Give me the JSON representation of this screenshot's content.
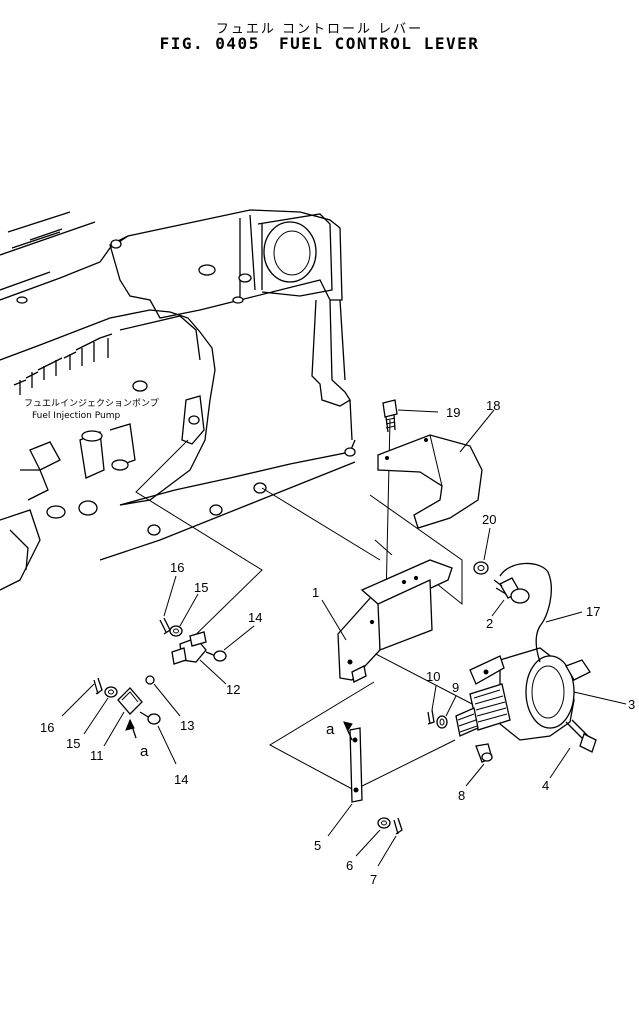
{
  "figure": {
    "title_jp": "フュエル コントロール レバー",
    "fig_number": "FIG. 0405",
    "title_en": "FUEL CONTROL LEVER"
  },
  "pump_label": {
    "jp": "フュエルインジェクションポンプ",
    "en": "Fuel Injection Pump"
  },
  "callouts": [
    {
      "id": "1",
      "label": "1"
    },
    {
      "id": "2",
      "label": "2"
    },
    {
      "id": "3",
      "label": "3"
    },
    {
      "id": "4",
      "label": "4"
    },
    {
      "id": "5",
      "label": "5"
    },
    {
      "id": "6",
      "label": "6"
    },
    {
      "id": "7",
      "label": "7"
    },
    {
      "id": "8",
      "label": "8"
    },
    {
      "id": "9",
      "label": "9"
    },
    {
      "id": "10",
      "label": "10"
    },
    {
      "id": "11",
      "label": "11"
    },
    {
      "id": "12",
      "label": "12"
    },
    {
      "id": "13",
      "label": "13"
    },
    {
      "id": "14a",
      "label": "14"
    },
    {
      "id": "14b",
      "label": "14"
    },
    {
      "id": "15a",
      "label": "15"
    },
    {
      "id": "15b",
      "label": "15"
    },
    {
      "id": "16a",
      "label": "16"
    },
    {
      "id": "16b",
      "label": "16"
    },
    {
      "id": "17",
      "label": "17"
    },
    {
      "id": "18",
      "label": "18"
    },
    {
      "id": "19",
      "label": "19"
    },
    {
      "id": "20",
      "label": "20"
    }
  ],
  "reference_marks": [
    {
      "id": "a1",
      "label": "a"
    },
    {
      "id": "a2",
      "label": "a"
    }
  ]
}
